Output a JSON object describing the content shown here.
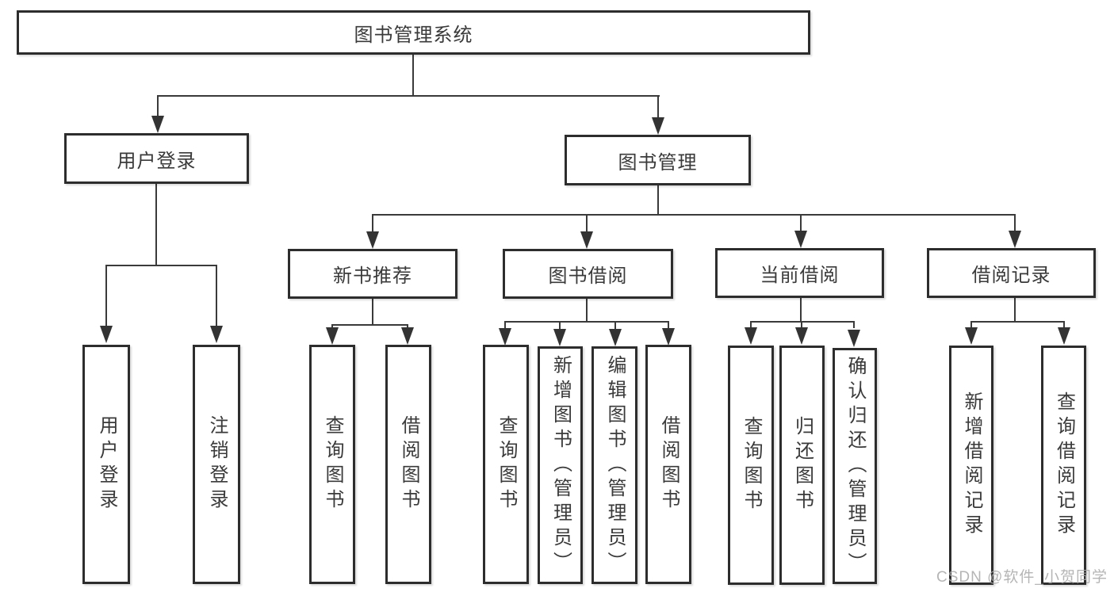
{
  "diagram": {
    "watermark": "CSDN @软件_小贺同学",
    "colors": {
      "background": "#ffffff",
      "box_border": "#2d2d2d",
      "connector_line": "#3a3a3a",
      "text": "#3a3a3a",
      "watermark_text": "#a9a9a9"
    },
    "tree": {
      "root": {
        "label": "图书管理系统"
      },
      "level2": [
        {
          "label": "用户登录",
          "children": [
            "用户登录",
            "注销登录"
          ]
        },
        {
          "label": "图书管理",
          "children": []
        }
      ],
      "level3": [
        {
          "label": "新书推荐",
          "children": [
            "查询图书",
            "借阅图书"
          ]
        },
        {
          "label": "图书借阅",
          "children": [
            "查询图书",
            "新增图书（管理员）",
            "编辑图书（管理员）",
            "借阅图书"
          ]
        },
        {
          "label": "当前借阅",
          "children": [
            "查询图书",
            "归还图书",
            "确认归还（管理员）"
          ]
        },
        {
          "label": "借阅记录",
          "children": [
            "新增借阅记录",
            "查询借阅记录"
          ]
        }
      ]
    }
  }
}
